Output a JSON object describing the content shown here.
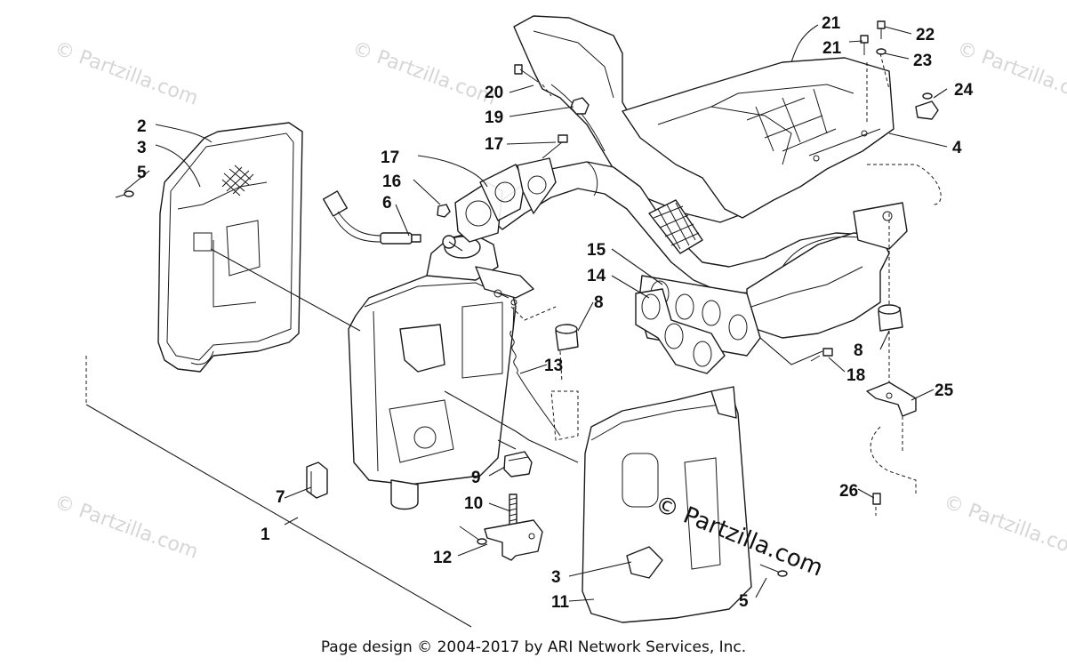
{
  "watermark": {
    "text": "© Partzilla.com",
    "color": "#d6d6d6"
  },
  "footer": {
    "text": "Page design © 2004-2017 by ARI Network Services, Inc."
  },
  "callouts": [
    "1",
    "2",
    "3",
    "3",
    "4",
    "5",
    "5",
    "6",
    "7",
    "8",
    "8",
    "9",
    "10",
    "11",
    "12",
    "13",
    "14",
    "15",
    "16",
    "17",
    "17",
    "18",
    "19",
    "20",
    "21",
    "21",
    "22",
    "23",
    "24",
    "25",
    "26"
  ]
}
